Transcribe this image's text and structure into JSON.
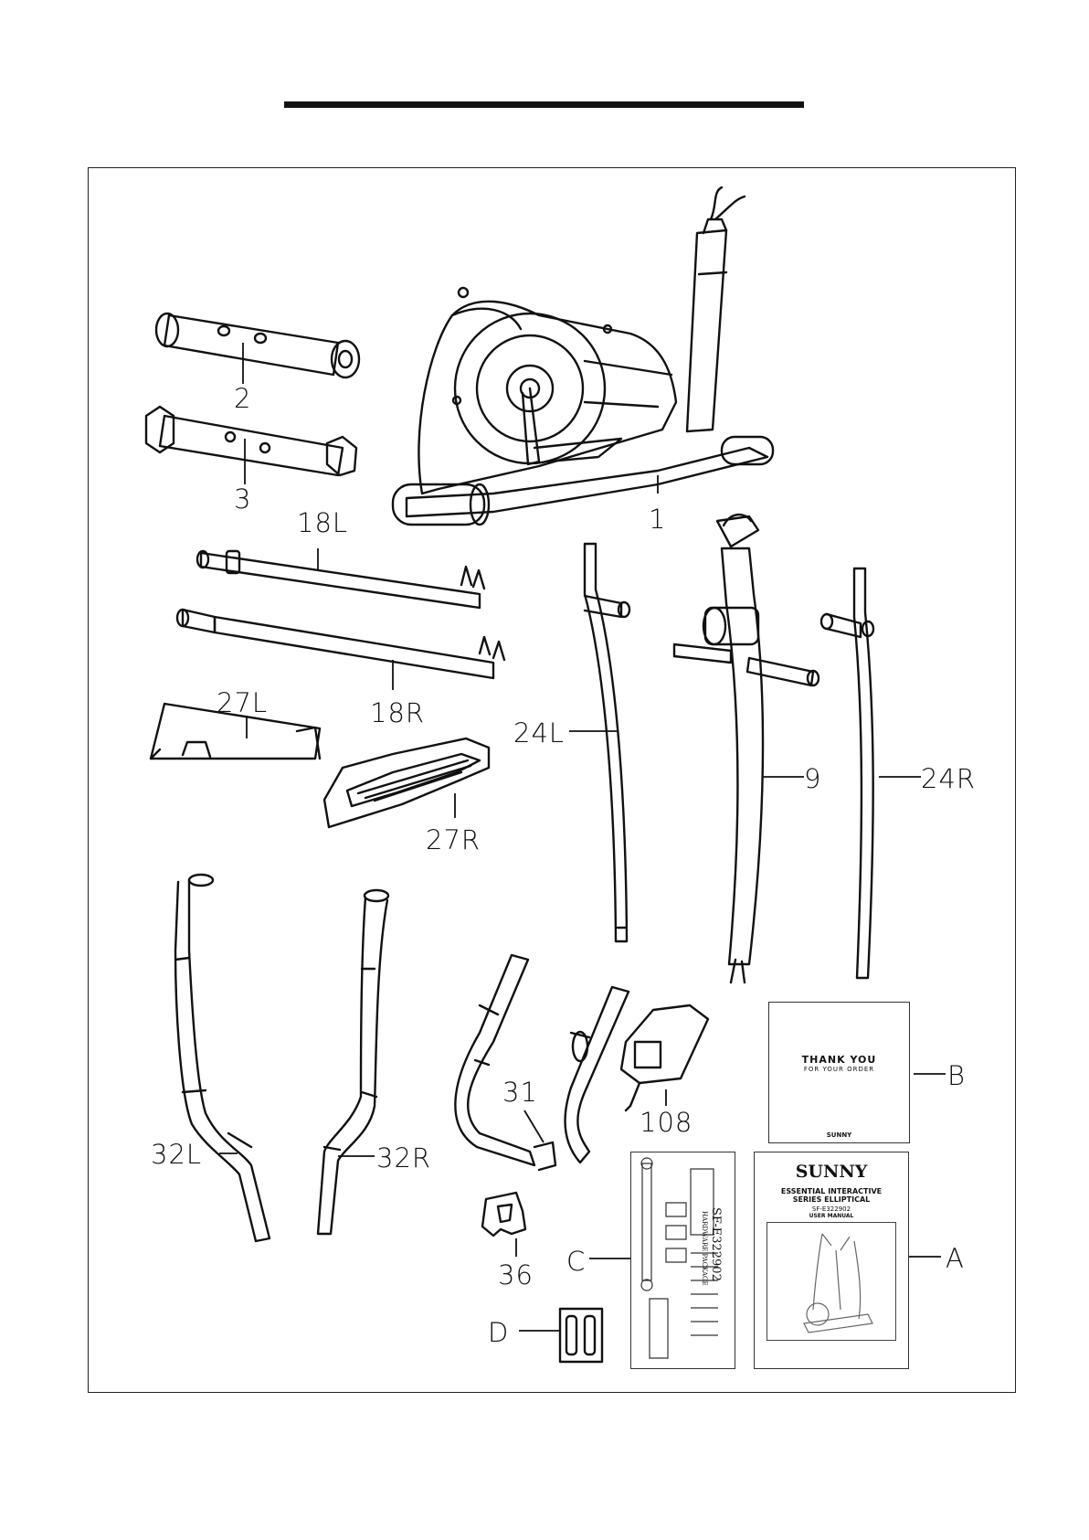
{
  "parts": {
    "p1": "1",
    "p2": "2",
    "p3": "3",
    "p18L": "18L",
    "p18R": "18R",
    "p27L": "27L",
    "p27R": "27R",
    "p24L": "24L",
    "p9": "9",
    "p24R": "24R",
    "p32L": "32L",
    "p32R": "32R",
    "p31": "31",
    "p108": "108",
    "p36": "36",
    "pA": "A",
    "pB": "B",
    "pC": "C",
    "pD": "D"
  },
  "thank_you_card": {
    "line1": "THANK YOU",
    "line2": "FOR YOUR ORDER",
    "logo": "SUNNY"
  },
  "user_manual": {
    "brand": "SUNNY",
    "title1": "ESSENTIAL INTERACTIVE",
    "title2": "SERIES ELLIPTICAL",
    "model": "SF-E322902",
    "doc_type": "USER MANUAL"
  },
  "hardware_package": {
    "model": "SF-E322902",
    "label": "HARDWARE PACKAGE"
  }
}
